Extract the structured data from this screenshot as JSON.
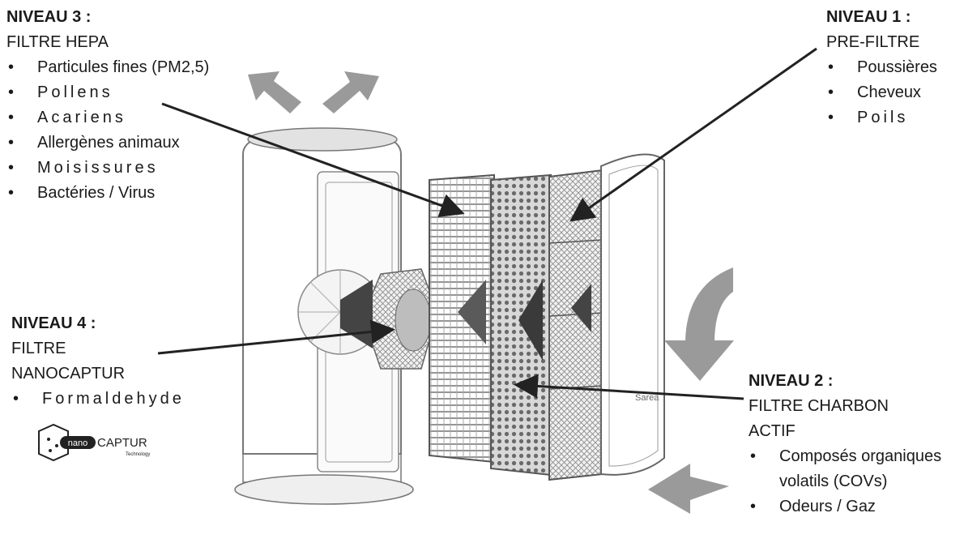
{
  "colors": {
    "ink": "#1a1a1a",
    "arrow": "#222222",
    "outline": "#8a8a8a",
    "fill_gray": "#cfcfcf",
    "dark_gray": "#555555",
    "light_gray": "#e6e6e6"
  },
  "level3": {
    "level": "NIVEAU 3 :",
    "title": "FILTRE HEPA",
    "items": [
      "Particules fines (PM2,5)",
      "Pollens",
      "Acariens",
      "Allergènes animaux",
      "Moisissures",
      "Bactéries / Virus"
    ]
  },
  "level1": {
    "level": "NIVEAU 1 :",
    "title": "PRE-FILTRE",
    "items": [
      "Poussières",
      "Cheveux",
      "Poils"
    ]
  },
  "level4": {
    "level": "NIVEAU 4 :",
    "title_line1": "FILTRE",
    "title_line2": "NANOCAPTUR",
    "items": [
      "Formaldehyde"
    ]
  },
  "level2": {
    "level": "NIVEAU 2 :",
    "title_line1": "FILTRE CHARBON",
    "title_line2": "ACTIF",
    "items": [
      "Composés organiques volatils (COVs)",
      "Odeurs / Gaz"
    ]
  },
  "logo": {
    "text_left": "nano",
    "text_right": "CAPTUR",
    "subtext": "Technology"
  },
  "device_brand": "Sarea",
  "icons": [
    "exhaust-arrow-icon",
    "intake-arrow-icon",
    "airflow-diamond-icon",
    "nanocaptur-logo-icon"
  ]
}
